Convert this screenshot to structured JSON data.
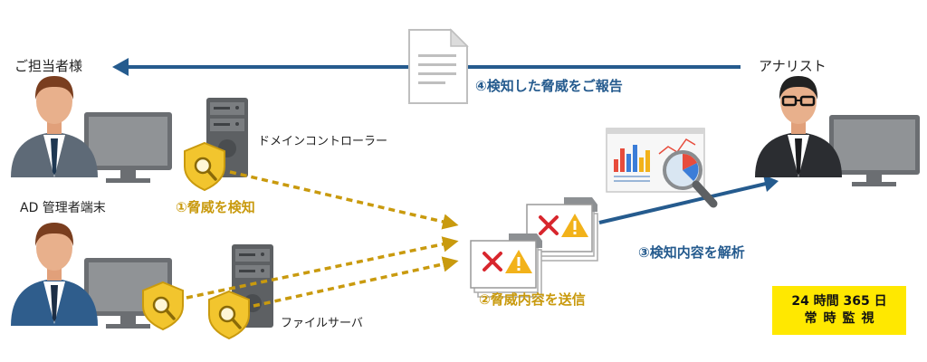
{
  "labels": {
    "person_in_charge": "ご担当者様",
    "analyst": "アナリスト",
    "ad_terminal": "AD 管理者端末",
    "domain_controller": "ドメインコントローラー",
    "file_server": "ファイルサーバ"
  },
  "steps": {
    "detect": "①脅威を検知",
    "send": "②脅威内容を送信",
    "analyze": "③検知内容を解析",
    "report": "④検知した脅威をご報告"
  },
  "badge": {
    "line1": "24 時間 365 日",
    "line2": "常時監視"
  },
  "colors": {
    "gold": "#c99a0e",
    "blue": "#255b8e",
    "badge": "#ffe800",
    "alert_red": "#d8262d",
    "warning_yellow": "#f2b21a"
  }
}
